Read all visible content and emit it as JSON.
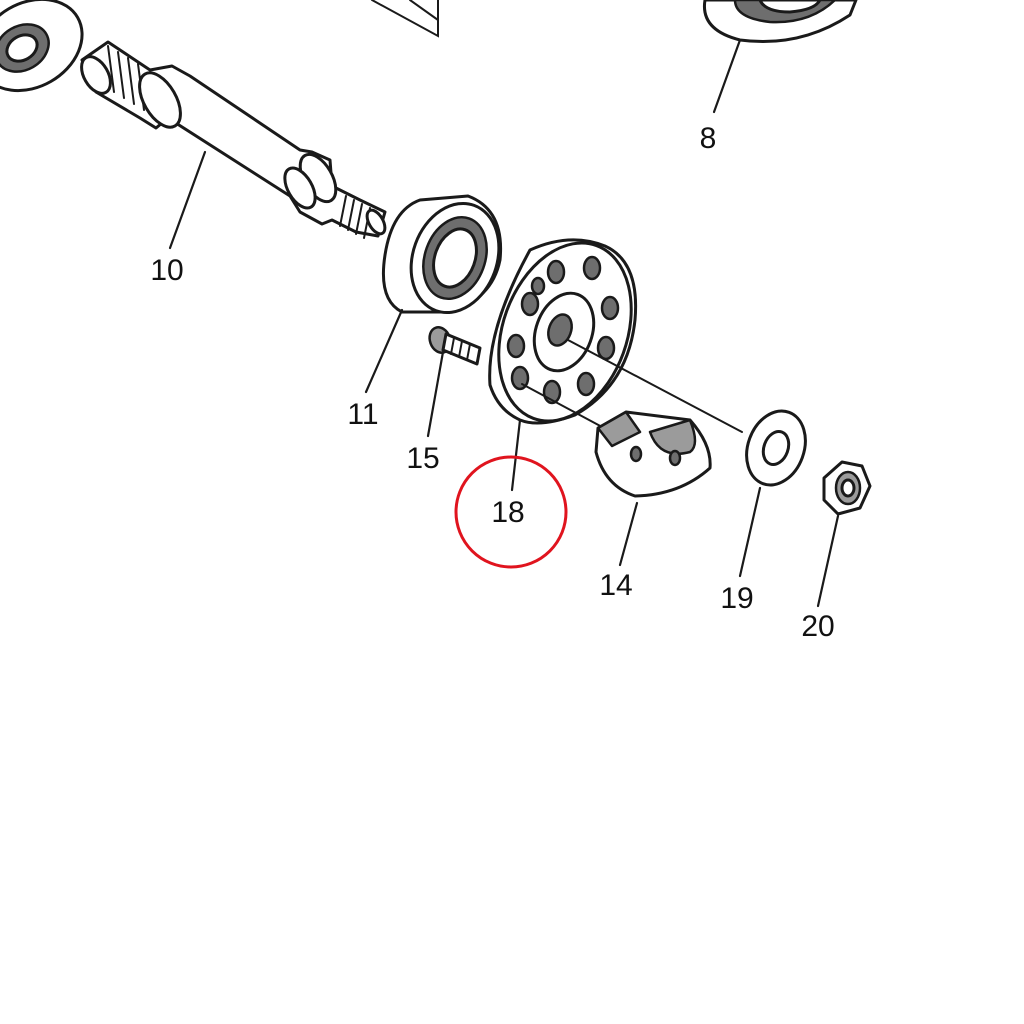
{
  "callouts": [
    {
      "id": "8",
      "label": "8"
    },
    {
      "id": "10",
      "label": "10"
    },
    {
      "id": "11",
      "label": "11"
    },
    {
      "id": "15",
      "label": "15"
    },
    {
      "id": "18",
      "label": "18"
    },
    {
      "id": "14",
      "label": "14"
    },
    {
      "id": "19",
      "label": "19"
    },
    {
      "id": "20",
      "label": "20"
    }
  ],
  "highlight": {
    "target": "18",
    "color": "#e0141e"
  },
  "colors": {
    "line": "#1a1a1a",
    "background": "#ffffff",
    "shade": "#6e6e6e"
  }
}
